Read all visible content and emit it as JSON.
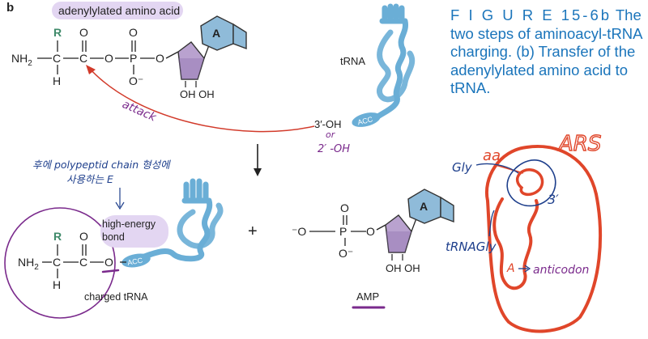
{
  "panel_label": "b",
  "caption": {
    "figure_label": "F I G U R E 15-6b",
    "text": " The two steps of aminoacyl-tRNA charging. (b) Transfer of the adenylylated amino acid to tRNA."
  },
  "top_molecule": {
    "highlight_label": "adenylylated amino acid",
    "r_group": "R",
    "nh2": "NH",
    "nh2_sub": "2",
    "carbon": "C",
    "hydrogen": "H",
    "oxygen": "O",
    "phosphorus": "P",
    "o_minus": "O⁻",
    "adenine": "A",
    "oh_pair": "OH OH"
  },
  "trna_label": "tRNA",
  "acc_label": "ACC",
  "three_prime_oh": "3′-OH",
  "attack_note": "attack",
  "or_note": "or",
  "two_prime_oh_note": "2′ -OH",
  "korean_note_line1": "후에 polypeptid chain 형성에",
  "korean_note_line2": "사용하는 E",
  "high_energy_bond": "high-energy\nbond",
  "high_energy_line1": "high-energy",
  "high_energy_line2": "bond",
  "charged_trna": "charged tRNA",
  "plus": "+",
  "amp_minus_o": "⁻O",
  "amp_label": "AMP",
  "drawing": {
    "ars_label": "ARS",
    "aa_label": "aa",
    "gly_label": "Gly",
    "three_prime": "3′",
    "trna_gly_label": "tRNAGly",
    "anticodon_label": "anticodon",
    "a_mark": "A"
  },
  "colors": {
    "caption_blue": "#1b75bb",
    "trna_blue": "#6aaed6",
    "sugar_purple": "#b9a2cf",
    "adenine_blue": "#8fbbd9",
    "highlight_lavender": "#e3d6f2",
    "red_arrow": "#d23a2a",
    "ink_purple": "#7a2a8c",
    "ink_blue": "#1e3f8c",
    "ink_red": "#e0462a",
    "r_green": "#3f8a6a"
  }
}
